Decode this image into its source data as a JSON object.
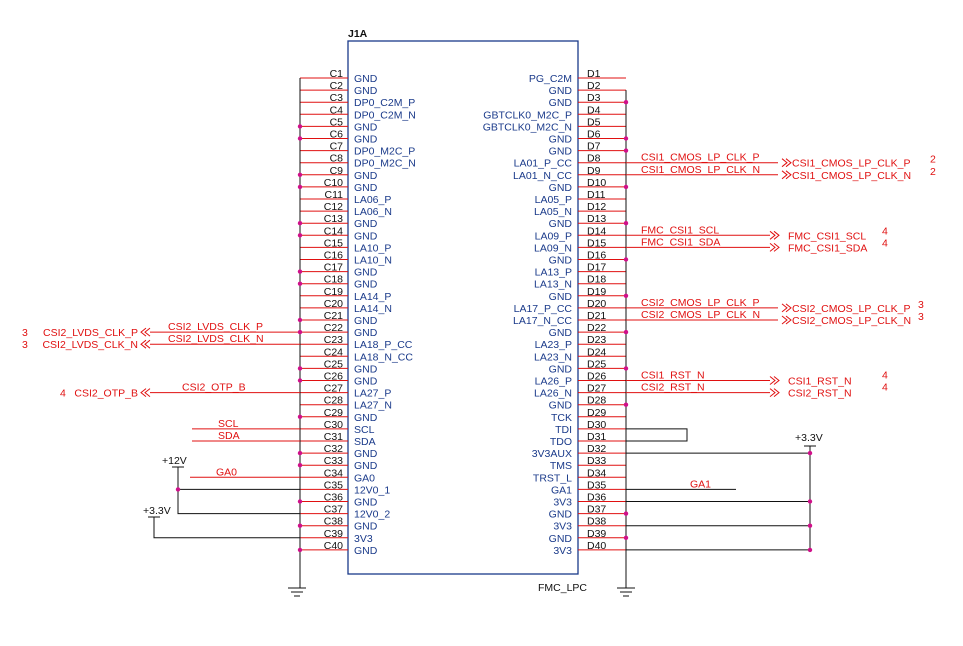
{
  "component": {
    "ref": "J1A",
    "part": "FMC_LPC"
  },
  "left_pins": [
    {
      "num": "C1",
      "name": "GND"
    },
    {
      "num": "C2",
      "name": "GND"
    },
    {
      "num": "C3",
      "name": "DP0_C2M_P"
    },
    {
      "num": "C4",
      "name": "DP0_C2M_N"
    },
    {
      "num": "C5",
      "name": "GND"
    },
    {
      "num": "C6",
      "name": "GND"
    },
    {
      "num": "C7",
      "name": "DP0_M2C_P"
    },
    {
      "num": "C8",
      "name": "DP0_M2C_N"
    },
    {
      "num": "C9",
      "name": "GND"
    },
    {
      "num": "C10",
      "name": "GND"
    },
    {
      "num": "C11",
      "name": "LA06_P"
    },
    {
      "num": "C12",
      "name": "LA06_N"
    },
    {
      "num": "C13",
      "name": "GND"
    },
    {
      "num": "C14",
      "name": "GND"
    },
    {
      "num": "C15",
      "name": "LA10_P"
    },
    {
      "num": "C16",
      "name": "LA10_N"
    },
    {
      "num": "C17",
      "name": "GND"
    },
    {
      "num": "C18",
      "name": "GND"
    },
    {
      "num": "C19",
      "name": "LA14_P"
    },
    {
      "num": "C20",
      "name": "LA14_N"
    },
    {
      "num": "C21",
      "name": "GND"
    },
    {
      "num": "C22",
      "name": "GND"
    },
    {
      "num": "C23",
      "name": "LA18_P_CC"
    },
    {
      "num": "C24",
      "name": "LA18_N_CC"
    },
    {
      "num": "C25",
      "name": "GND"
    },
    {
      "num": "C26",
      "name": "GND"
    },
    {
      "num": "C27",
      "name": "LA27_P"
    },
    {
      "num": "C28",
      "name": "LA27_N"
    },
    {
      "num": "C29",
      "name": "GND"
    },
    {
      "num": "C30",
      "name": "SCL"
    },
    {
      "num": "C31",
      "name": "SDA"
    },
    {
      "num": "C32",
      "name": "GND"
    },
    {
      "num": "C33",
      "name": "GND"
    },
    {
      "num": "C34",
      "name": "GA0"
    },
    {
      "num": "C35",
      "name": "12V0_1"
    },
    {
      "num": "C36",
      "name": "GND"
    },
    {
      "num": "C37",
      "name": "12V0_2"
    },
    {
      "num": "C38",
      "name": "GND"
    },
    {
      "num": "C39",
      "name": "3V3"
    },
    {
      "num": "C40",
      "name": "GND"
    }
  ],
  "right_pins": [
    {
      "num": "D1",
      "name": "PG_C2M"
    },
    {
      "num": "D2",
      "name": "GND"
    },
    {
      "num": "D3",
      "name": "GND"
    },
    {
      "num": "D4",
      "name": "GBTCLK0_M2C_P"
    },
    {
      "num": "D5",
      "name": "GBTCLK0_M2C_N"
    },
    {
      "num": "D6",
      "name": "GND"
    },
    {
      "num": "D7",
      "name": "GND"
    },
    {
      "num": "D8",
      "name": "LA01_P_CC"
    },
    {
      "num": "D9",
      "name": "LA01_N_CC"
    },
    {
      "num": "D10",
      "name": "GND"
    },
    {
      "num": "D11",
      "name": "LA05_P"
    },
    {
      "num": "D12",
      "name": "LA05_N"
    },
    {
      "num": "D13",
      "name": "GND"
    },
    {
      "num": "D14",
      "name": "LA09_P"
    },
    {
      "num": "D15",
      "name": "LA09_N"
    },
    {
      "num": "D16",
      "name": "GND"
    },
    {
      "num": "D17",
      "name": "LA13_P"
    },
    {
      "num": "D18",
      "name": "LA13_N"
    },
    {
      "num": "D19",
      "name": "GND"
    },
    {
      "num": "D20",
      "name": "LA17_P_CC"
    },
    {
      "num": "D21",
      "name": "LA17_N_CC"
    },
    {
      "num": "D22",
      "name": "GND"
    },
    {
      "num": "D23",
      "name": "LA23_P"
    },
    {
      "num": "D24",
      "name": "LA23_N"
    },
    {
      "num": "D25",
      "name": "GND"
    },
    {
      "num": "D26",
      "name": "LA26_P"
    },
    {
      "num": "D27",
      "name": "LA26_N"
    },
    {
      "num": "D28",
      "name": "GND"
    },
    {
      "num": "D29",
      "name": "TCK"
    },
    {
      "num": "D30",
      "name": "TDI"
    },
    {
      "num": "D31",
      "name": "TDO"
    },
    {
      "num": "D32",
      "name": "3V3AUX"
    },
    {
      "num": "D33",
      "name": "TMS"
    },
    {
      "num": "D34",
      "name": "TRST_L"
    },
    {
      "num": "D35",
      "name": "GA1"
    },
    {
      "num": "D36",
      "name": "3V3"
    },
    {
      "num": "D37",
      "name": "GND"
    },
    {
      "num": "D38",
      "name": "3V3"
    },
    {
      "num": "D39",
      "name": "GND"
    },
    {
      "num": "D40",
      "name": "3V3"
    }
  ],
  "left_nets": [
    {
      "pin": "C22",
      "net": "CSI2_LVDS_CLK_P",
      "port": "CSI2_LVDS_CLK_P",
      "sheet": "3"
    },
    {
      "pin": "C23",
      "net": "CSI2_LVDS_CLK_N",
      "port": "CSI2_LVDS_CLK_N",
      "sheet": "3"
    },
    {
      "pin": "C27",
      "net": "CSI2_OTP_B",
      "port": "CSI2_OTP_B",
      "sheet": "4"
    },
    {
      "pin": "C30",
      "net": "SCL"
    },
    {
      "pin": "C31",
      "net": "SDA"
    },
    {
      "pin": "C34",
      "net": "GA0"
    }
  ],
  "right_nets": [
    {
      "pin": "D8",
      "net": "CSI1_CMOS_LP_CLK_P",
      "port": "CSI1_CMOS_LP_CLK_P",
      "sheet": "2"
    },
    {
      "pin": "D9",
      "net": "CSI1_CMOS_LP_CLK_N",
      "port": "CSI1_CMOS_LP_CLK_N",
      "sheet": "2"
    },
    {
      "pin": "D14",
      "net": "FMC_CSI1_SCL",
      "port": "FMC_CSI1_SCL",
      "sheet": "4"
    },
    {
      "pin": "D15",
      "net": "FMC_CSI1_SDA",
      "port": "FMC_CSI1_SDA",
      "sheet": "4"
    },
    {
      "pin": "D20",
      "net": "CSI2_CMOS_LP_CLK_P",
      "port": "CSI2_CMOS_LP_CLK_P",
      "sheet": "3"
    },
    {
      "pin": "D21",
      "net": "CSI2_CMOS_LP_CLK_N",
      "port": "CSI2_CMOS_LP_CLK_N",
      "sheet": "3"
    },
    {
      "pin": "D26",
      "net": "CSI1_RST_N",
      "port": "CSI1_RST_N",
      "sheet": "4"
    },
    {
      "pin": "D27",
      "net": "CSI2_RST_N",
      "port": "CSI2_RST_N",
      "sheet": "4"
    },
    {
      "pin": "D35",
      "net": "GA1"
    }
  ],
  "power_labels": [
    {
      "id": "p12v",
      "text": "+12V"
    },
    {
      "id": "p33v_left",
      "text": "+3.3V"
    },
    {
      "id": "p33v_right",
      "text": "+3.3V"
    }
  ],
  "colors": {
    "net": "#e01010",
    "pin_name": "#1a3a8a",
    "body": "#1a3a8a",
    "junction": "#d0108a",
    "wire": "#111111"
  }
}
